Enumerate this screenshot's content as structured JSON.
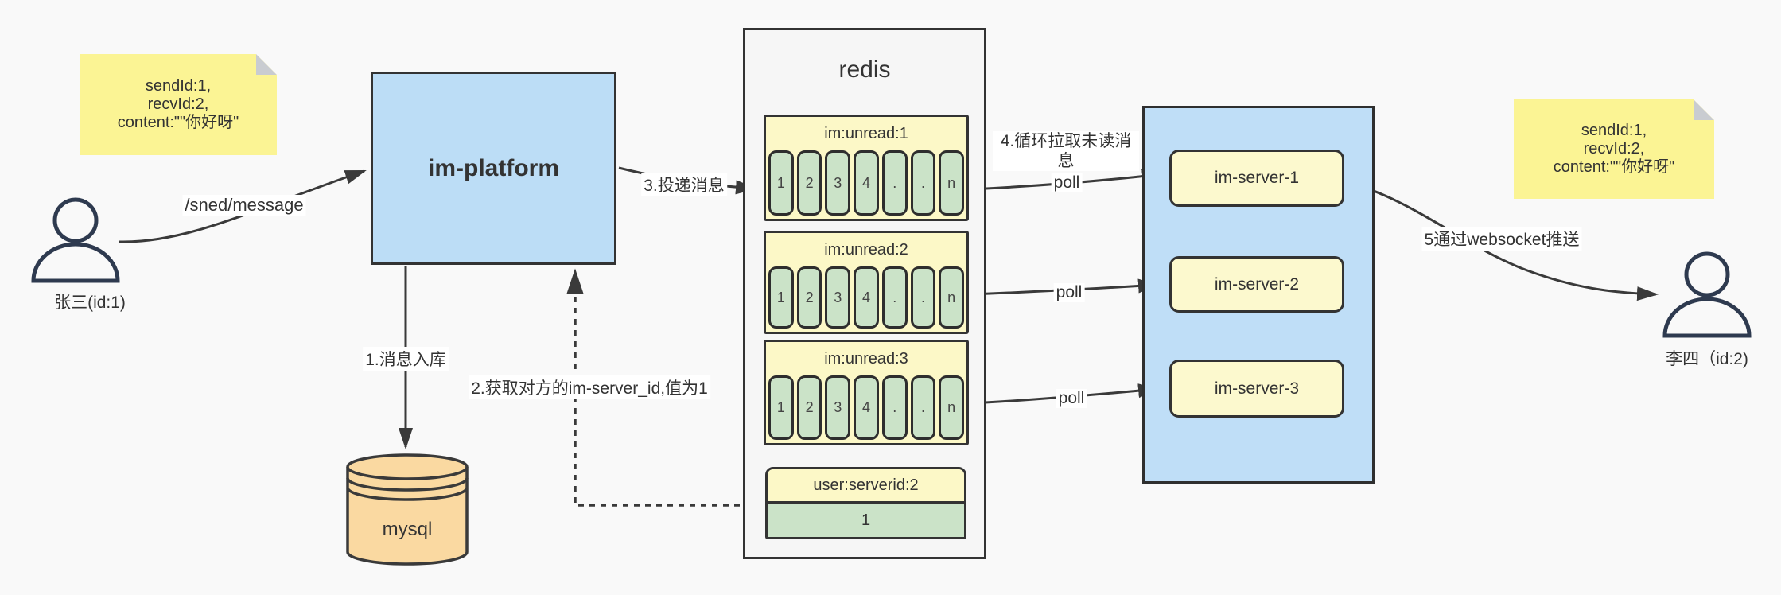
{
  "colors": {
    "canvas_bg": "#f9f9f9",
    "sticky_yellow": "#fbf494",
    "queue_yellow": "#fcf8c7",
    "server_yellow": "#fcf9ce",
    "cell_green": "#cbe3c8",
    "container_blue": "#bfdef7",
    "db_orange": "#fad9a1",
    "redis_panel_bg": "#f6f6f6",
    "line_dark": "#3a3a3a",
    "text_dark": "#333333",
    "person_stroke": "#2e3a4f"
  },
  "sender": {
    "label": "张三(id:1)",
    "note_lines": [
      "sendId:1,",
      "recvId:2,",
      "content:\"\"你好呀\""
    ]
  },
  "receiver": {
    "label": "李四（id:2)",
    "note_lines": [
      "sendId:1,",
      "recvId:2,",
      "content:\"\"你好呀\""
    ]
  },
  "platform": {
    "label": "im-platform"
  },
  "database": {
    "label": "mysql"
  },
  "redis": {
    "title": "redis",
    "queues": [
      {
        "title": "im:unread:1",
        "cells": [
          "1",
          "2",
          "3",
          "4",
          ".",
          ".",
          "n"
        ]
      },
      {
        "title": "im:unread:2",
        "cells": [
          "1",
          "2",
          "3",
          "4",
          ".",
          ".",
          "n"
        ]
      },
      {
        "title": "im:unread:3",
        "cells": [
          "1",
          "2",
          "3",
          "4",
          ".",
          ".",
          "n"
        ]
      }
    ],
    "mapping": {
      "title": "user:serverid:2",
      "value": "1"
    }
  },
  "servers": [
    {
      "label": "im-server-1"
    },
    {
      "label": "im-server-2"
    },
    {
      "label": "im-server-3"
    }
  ],
  "labels": {
    "send": "/sned/message",
    "store": "1.消息入库",
    "get_server_id": "2.获取对方的im-server_id,值为1",
    "deliver": "3.投递消息",
    "pull": "4.循环拉取未读消息",
    "poll_1": "poll",
    "poll_2": "poll",
    "poll_3": "poll",
    "push": "5通过websocket推送"
  }
}
